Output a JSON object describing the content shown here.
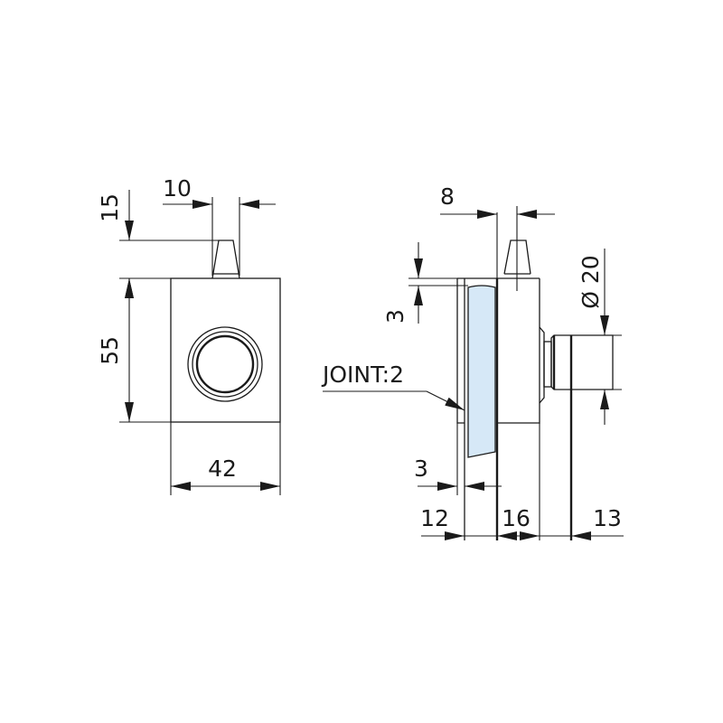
{
  "drawing": {
    "front_view": {
      "dimensions": {
        "pin_height": "15",
        "pin_width": "10",
        "body_height": "55",
        "body_width": "42"
      }
    },
    "side_view": {
      "labels": {
        "joint": "JOINT:2"
      },
      "dimensions": {
        "pin_offset": "8",
        "top_gap": "3",
        "glass_gap": "3",
        "knob_diameter": "Ø 20",
        "width_12": "12",
        "width_16": "16",
        "width_13": "13"
      }
    },
    "colors": {
      "line": "#1a1a1a",
      "glass_fill": "#d6e8f7",
      "background": "#ffffff"
    }
  }
}
